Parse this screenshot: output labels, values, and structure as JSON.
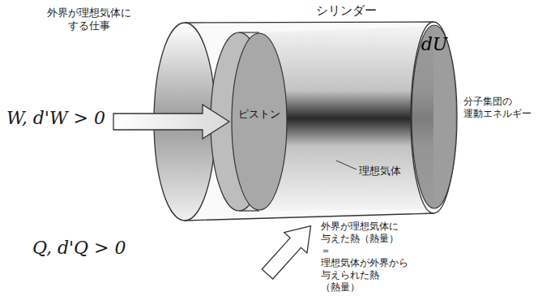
{
  "diagram": {
    "nodes": [
      {
        "text": [
          "ピストン"
        ]
      },
      {
        "text": [
          "dU"
        ]
      }
    ],
    "labels": [
      "シリンダー",
      "外界が理想気体に する仕事",
      "W, d'W > 0",
      "分子集団の 運動エネルギー",
      "理想気体",
      "Q, d'Q > 0",
      "外界が理想気体に 与えた熱（熱量） ＝理想気体が外界から 与えられた熱（熱量）"
    ]
  }
}
